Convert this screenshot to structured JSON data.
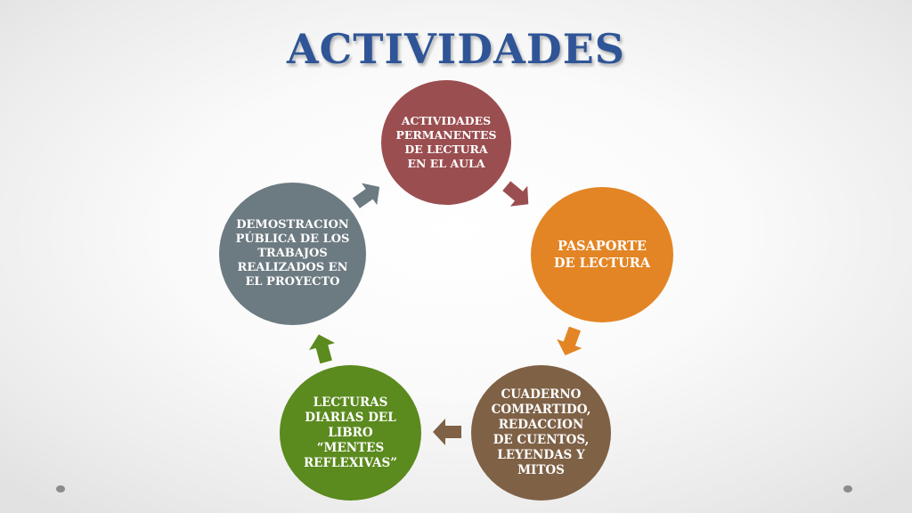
{
  "title": "ACTIVIDADES",
  "nodes": [
    {
      "label": "ACTIVIDADES\nPERMANENTES\nDE LECTURA\nEN EL AULA",
      "color": "#9b4e50"
    },
    {
      "label": "PASAPORTE\nDE LECTURA",
      "color": "#e38524"
    },
    {
      "label": "CUADERNO\nCOMPARTIDO,\nREDACCION\nDE CUENTOS,\nLEYENDAS Y\nMITOS",
      "color": "#7f6146"
    },
    {
      "label": "LECTURAS\nDIARIAS DEL\nLIBRO\n“MENTES\nREFLEXIVAS”",
      "color": "#5b8a1e"
    },
    {
      "label": "DEMOSTRACION\nPÚBLICA DE LOS\nTRABAJOS\nREALIZADOS EN\nEL PROYECTO",
      "color": "#6c7a81"
    }
  ],
  "arrows": [
    {
      "from": 1,
      "to": 2,
      "color": "#9b4e50"
    },
    {
      "from": 2,
      "to": 3,
      "color": "#e38524"
    },
    {
      "from": 3,
      "to": 4,
      "color": "#7f6146"
    },
    {
      "from": 4,
      "to": 5,
      "color": "#5b8a1e"
    },
    {
      "from": 5,
      "to": 1,
      "color": "#6c7a81"
    }
  ]
}
